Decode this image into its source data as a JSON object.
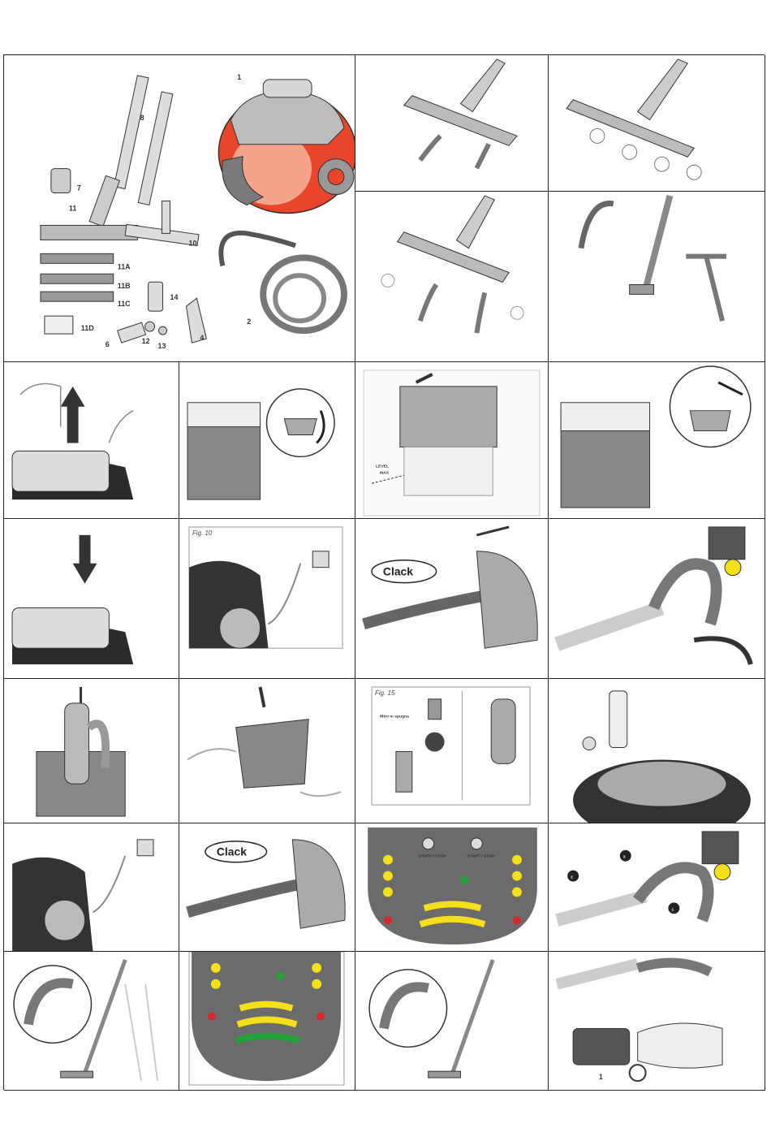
{
  "overview": {
    "labels": [
      "1",
      "8",
      "7",
      "11",
      "10",
      "11A",
      "11B",
      "11C",
      "14",
      "2",
      "11D",
      "6",
      "12",
      "13",
      "4"
    ]
  },
  "figures": {
    "fig10_caption": "Fig. 10",
    "fig15_caption": "Fig. 15",
    "fig15_text": "filtro in spugna",
    "clack_word": "Clack",
    "level_text": "LEVEL",
    "level_sub": "MAX"
  },
  "panel": {
    "start_stop": "START / STOP"
  },
  "handle": {
    "step1": "1",
    "step2": "2",
    "step3": "3"
  },
  "last": {
    "label": "1"
  },
  "colors": {
    "line": "#222222",
    "body_red": "#e8452a",
    "panel_gray": "#6b6b6b",
    "yellow": "#f3e01a",
    "green": "#22a33a",
    "red_led": "#d8282c"
  }
}
